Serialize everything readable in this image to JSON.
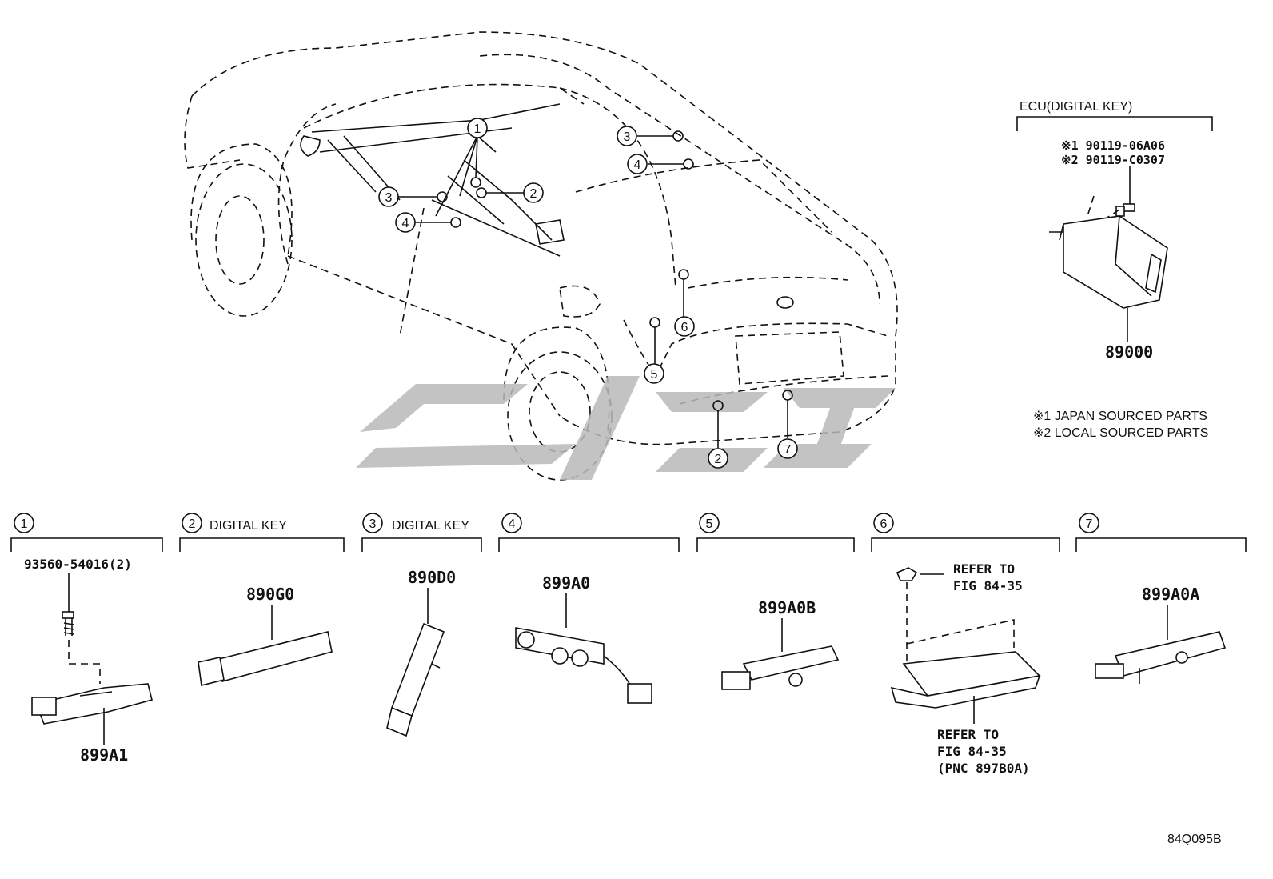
{
  "diagram": {
    "code": "84Q095B",
    "ecu": {
      "title": "ECU(DIGITAL KEY)",
      "bolt_jp": "※1 90119-06A06",
      "bolt_local": "※2 90119-C0307",
      "part": "89000"
    },
    "notes": [
      "※1 JAPAN SOURCED PARTS",
      "※2 LOCAL SOURCED PARTS"
    ],
    "callout_numbers": [
      "1",
      "2",
      "3",
      "4",
      "5",
      "6",
      "7"
    ],
    "groups": [
      {
        "num": "1",
        "title": "",
        "screw": "93560-54016(2)",
        "part": "899A1"
      },
      {
        "num": "2",
        "title": "DIGITAL KEY",
        "part": "890G0"
      },
      {
        "num": "3",
        "title": "DIGITAL KEY",
        "part": "890D0"
      },
      {
        "num": "4",
        "title": "",
        "part": "899A0"
      },
      {
        "num": "5",
        "title": "",
        "part": "899A0B"
      },
      {
        "num": "6",
        "title": "",
        "refer_top": [
          "REFER TO",
          "FIG 84-35"
        ],
        "refer_bottom": [
          "REFER TO",
          "FIG 84-35",
          "(PNC 897B0A)"
        ]
      },
      {
        "num": "7",
        "title": "",
        "part": "899A0A"
      }
    ]
  }
}
